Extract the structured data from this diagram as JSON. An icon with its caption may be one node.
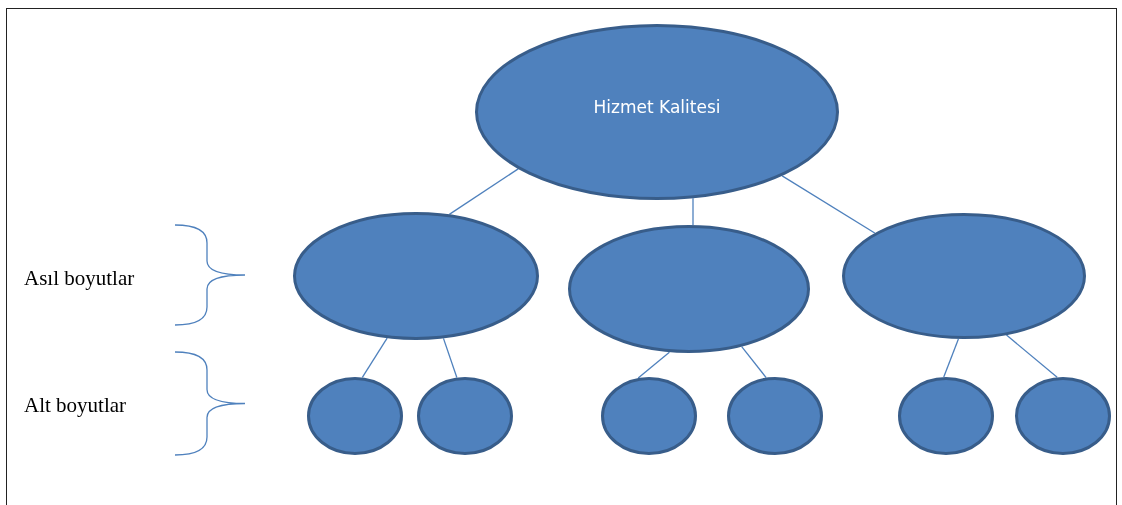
{
  "diagram": {
    "nodes": [
      {
        "text": [
          "Hizmet Kalitesi"
        ]
      },
      {
        "text": [],
        "shape": "ellipse"
      },
      {
        "text": [],
        "shape": "ellipse"
      },
      {
        "text": [],
        "shape": "ellipse"
      },
      {
        "text": [],
        "shape": "ellipse"
      },
      {
        "text": [],
        "shape": "ellipse"
      },
      {
        "text": [],
        "shape": "ellipse"
      },
      {
        "text": [],
        "shape": "ellipse"
      },
      {
        "text": [],
        "shape": "ellipse"
      },
      {
        "text": [],
        "shape": "ellipse"
      }
    ],
    "edges": [
      {
        "from": 0,
        "to": 1,
        "arrow": "none"
      },
      {
        "from": 0,
        "to": 2,
        "arrow": "none"
      },
      {
        "from": 0,
        "to": 3,
        "arrow": "none"
      },
      {
        "from": 1,
        "to": 4,
        "arrow": "none"
      },
      {
        "from": 1,
        "to": 5,
        "arrow": "none"
      },
      {
        "from": 2,
        "to": 6,
        "arrow": "none"
      },
      {
        "from": 2,
        "to": 7,
        "arrow": "none"
      },
      {
        "from": 3,
        "to": 8,
        "arrow": "none"
      },
      {
        "from": 3,
        "to": 9,
        "arrow": "none"
      }
    ],
    "labels": [
      "Asıl boyutlar",
      "Alt boyutlar"
    ]
  }
}
